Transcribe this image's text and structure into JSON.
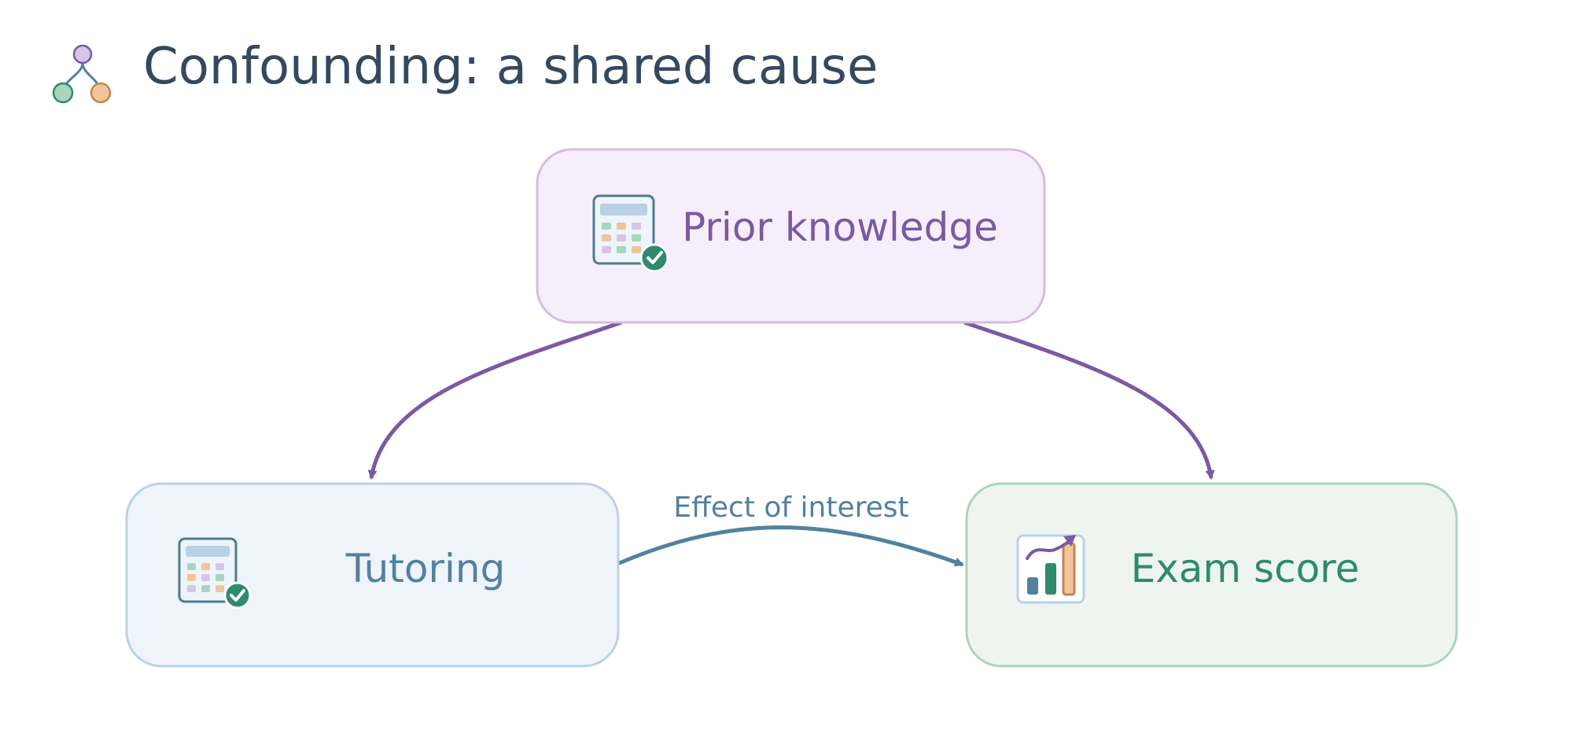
{
  "title": "Confounding: a shared cause",
  "colors": {
    "title_text": "#34495e",
    "confounder_fill": "#f6effb",
    "confounder_stroke": "#d3bde3",
    "confounder_text": "#7b59a3",
    "treatment_fill": "#eff4fb",
    "treatment_stroke": "#bad2e6",
    "treatment_text": "#52819f",
    "outcome_fill": "#eef5f0",
    "outcome_stroke": "#aed3bd",
    "outcome_text": "#2f8a6e",
    "confounding_arrow": "#7b59a3",
    "causal_arrow": "#52819f"
  },
  "nodes": {
    "confounder": {
      "label": "Prior knowledge",
      "icon": "calculator-check-icon"
    },
    "treatment": {
      "label": "Tutoring",
      "icon": "calculator-check-icon"
    },
    "outcome": {
      "label": "Exam score",
      "icon": "bar-chart-trend-icon"
    }
  },
  "edges": {
    "confounder_to_treatment": {
      "from": "Prior knowledge",
      "to": "Tutoring"
    },
    "confounder_to_outcome": {
      "from": "Prior knowledge",
      "to": "Exam score"
    },
    "treatment_to_outcome": {
      "from": "Tutoring",
      "to": "Exam score",
      "label": "Effect of interest"
    }
  }
}
